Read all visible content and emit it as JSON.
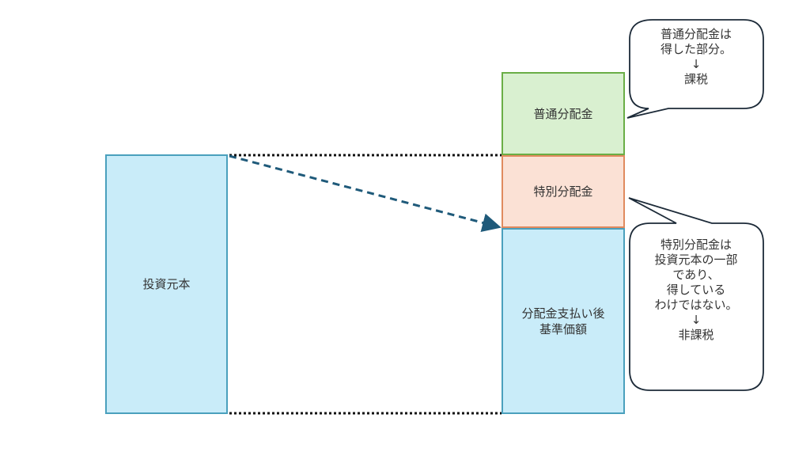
{
  "boxes": {
    "principal": "投資元本",
    "ordinary_dividend": "普通分配金",
    "special_dividend": "特別分配金",
    "nav_after": [
      "分配金支払い後",
      "基準価額"
    ]
  },
  "callouts": {
    "ordinary": [
      "普通分配金は",
      "得した部分。",
      "↓",
      "課税"
    ],
    "special": [
      "特別分配金は",
      "投資元本の一部",
      "であり、",
      "得している",
      "わけではない。",
      "↓",
      "非課税"
    ]
  },
  "colors": {
    "principal_fill": "#c9ecf9",
    "principal_border": "#4aa0bd",
    "ordinary_fill": "#d9f0d0",
    "ordinary_border": "#6aae46",
    "special_fill": "#fbe1d5",
    "special_border": "#e08a5e",
    "arrow": "#1f5a7a",
    "callout_border": "#1c2a38"
  }
}
